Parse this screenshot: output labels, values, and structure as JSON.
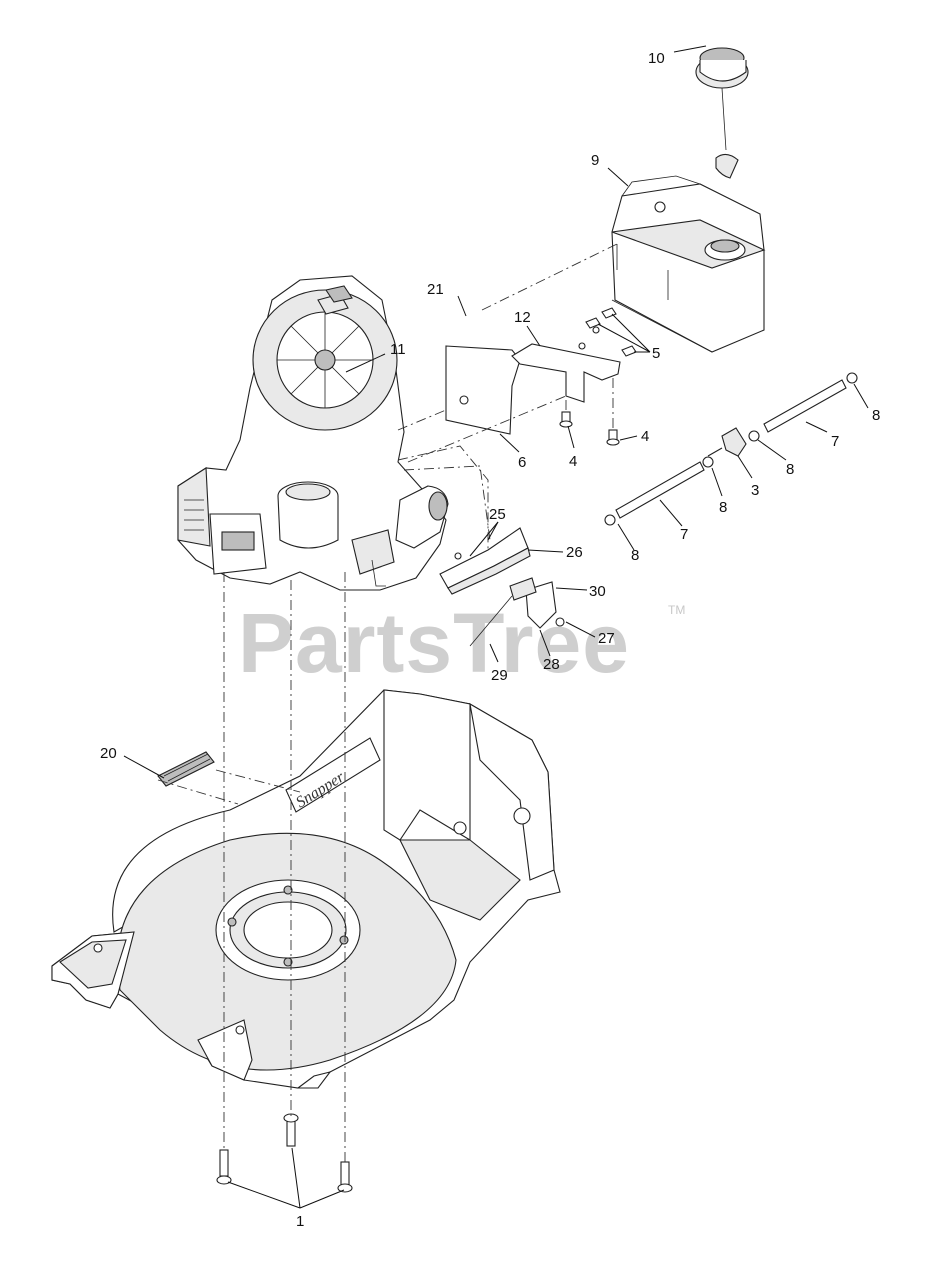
{
  "watermark": {
    "text": "PartsTree",
    "trademark": "TM"
  },
  "deck_logo": "Snapper",
  "callouts": [
    {
      "id": "c10",
      "label": "10"
    },
    {
      "id": "c9",
      "label": "9"
    },
    {
      "id": "c21",
      "label": "21"
    },
    {
      "id": "c12",
      "label": "12"
    },
    {
      "id": "c5",
      "label": "5"
    },
    {
      "id": "c11",
      "label": "11"
    },
    {
      "id": "c8a",
      "label": "8"
    },
    {
      "id": "c7a",
      "label": "7"
    },
    {
      "id": "c4a",
      "label": "4"
    },
    {
      "id": "c6",
      "label": "6"
    },
    {
      "id": "c4b",
      "label": "4"
    },
    {
      "id": "c3",
      "label": "3"
    },
    {
      "id": "c8b",
      "label": "8"
    },
    {
      "id": "c8c",
      "label": "8"
    },
    {
      "id": "c7b",
      "label": "7"
    },
    {
      "id": "c25",
      "label": "25"
    },
    {
      "id": "c26",
      "label": "26"
    },
    {
      "id": "c8d",
      "label": "8"
    },
    {
      "id": "c30",
      "label": "30"
    },
    {
      "id": "c27",
      "label": "27"
    },
    {
      "id": "c28",
      "label": "28"
    },
    {
      "id": "c29",
      "label": "29"
    },
    {
      "id": "c20",
      "label": "20"
    },
    {
      "id": "c1",
      "label": "1"
    }
  ]
}
